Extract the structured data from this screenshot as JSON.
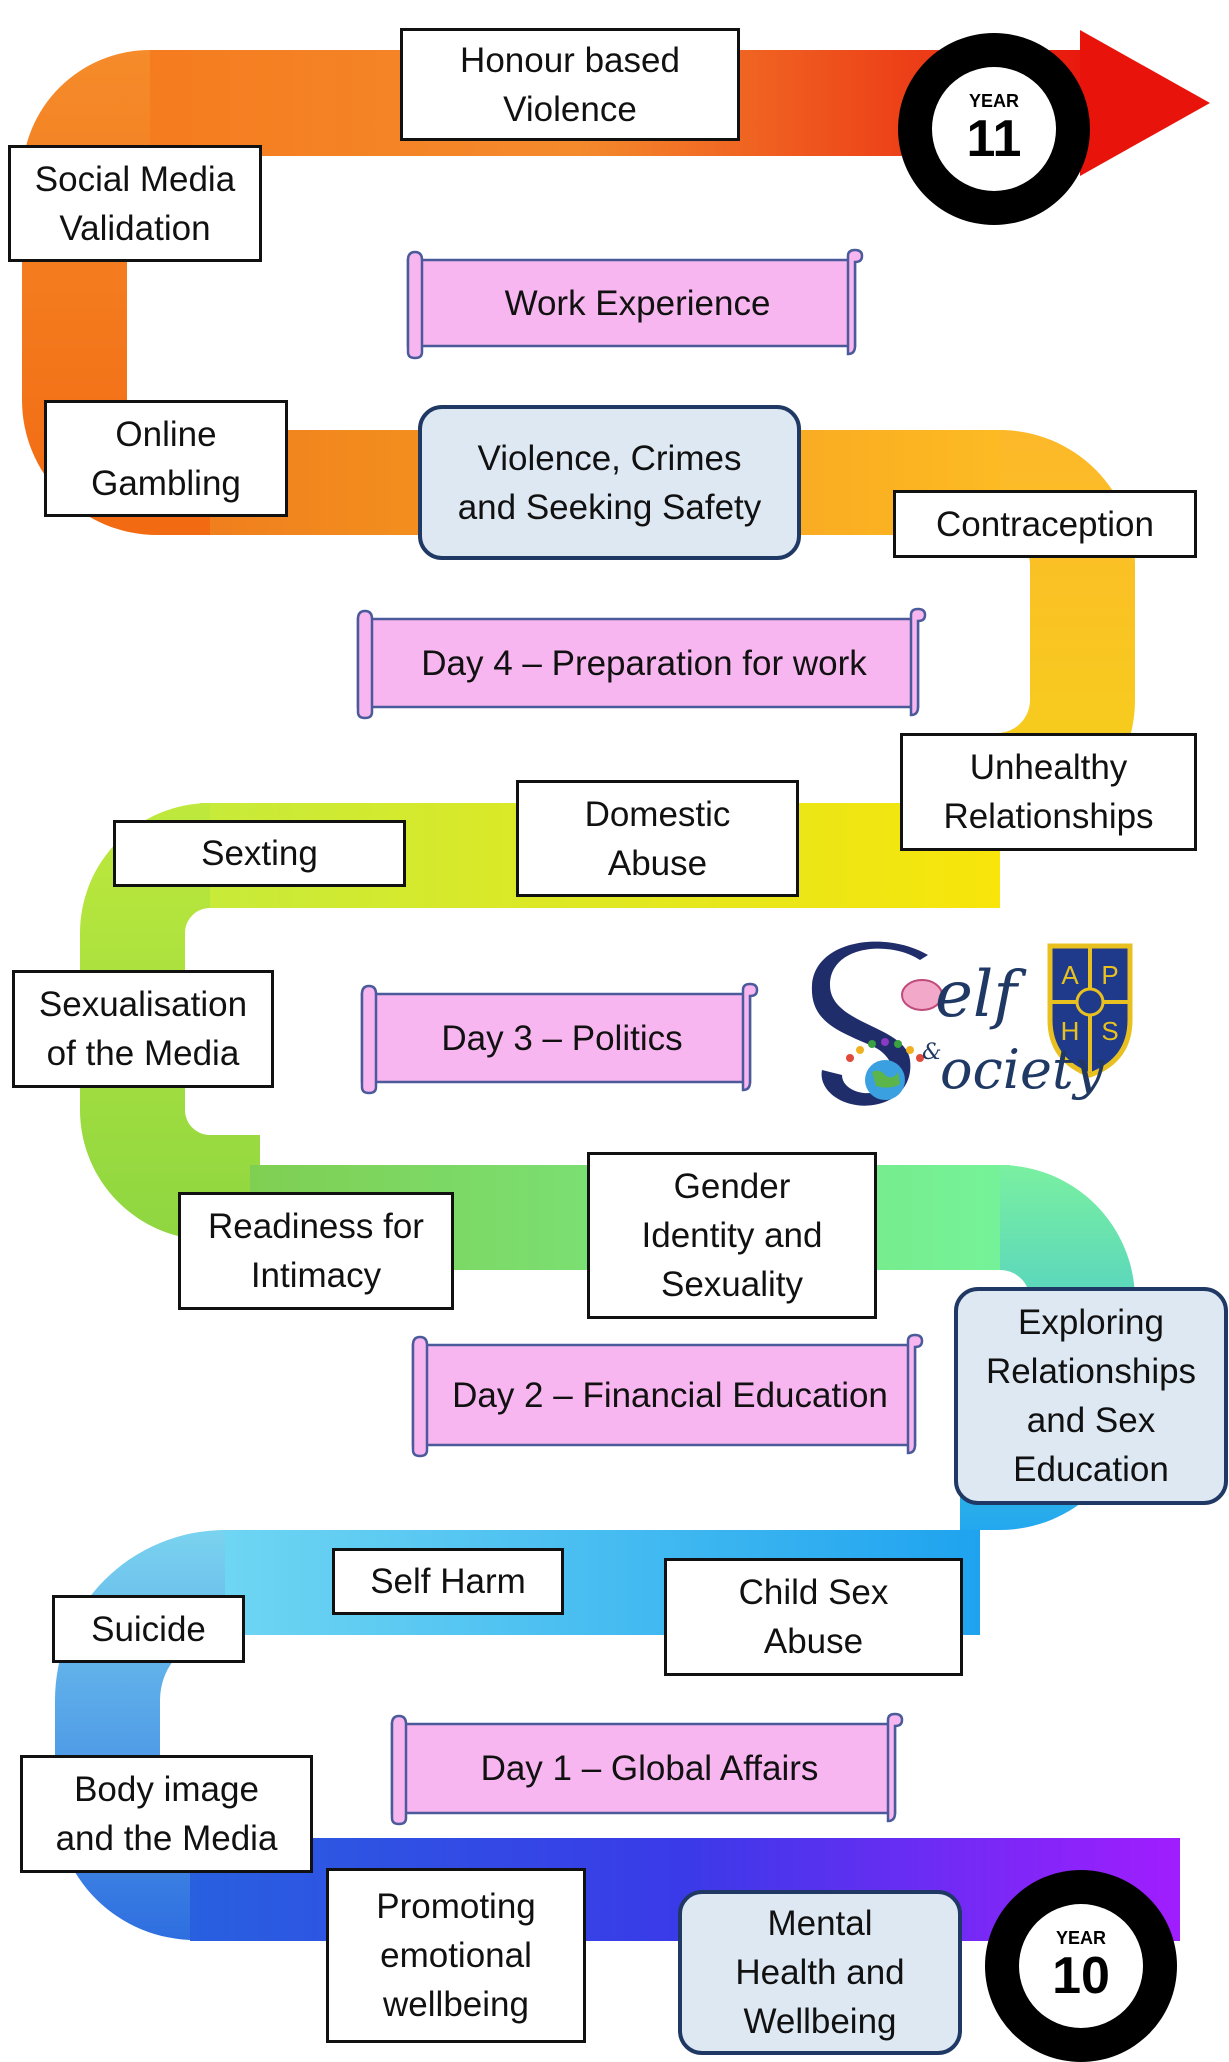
{
  "colors": {
    "stage_red": "#e8140c",
    "stage_orange": "#f57c1f",
    "stage_yellow": "#f5e40a",
    "stage_green": "#7fe07a",
    "stage_blue": "#2aa7ef",
    "stage_purple": "#a11dff",
    "theme_fill": "#dde8f3",
    "theme_border": "#1f3864",
    "scroll_fill": "#f8b6f0",
    "scroll_border": "#4a5a9a"
  },
  "badges": {
    "top": {
      "label": "YEAR",
      "number": "11"
    },
    "bottom": {
      "label": "YEAR",
      "number": "10"
    }
  },
  "topics": {
    "honour": "Honour based\nViolence",
    "social_media": "Social Media\nValidation",
    "gambling": "Online\nGambling",
    "contraception": "Contraception",
    "unhealthy": "Unhealthy\nRelationships",
    "domestic": "Domestic\nAbuse",
    "sexting": "Sexting",
    "sexualisation": "Sexualisation\nof the Media",
    "readiness": "Readiness for\nIntimacy",
    "gender": "Gender\nIdentity and\nSexuality",
    "self_harm": "Self Harm",
    "child_abuse": "Child Sex\nAbuse",
    "suicide": "Suicide",
    "body_image": "Body image\nand the Media",
    "emotional": "Promoting\nemotional\nwellbeing"
  },
  "themes": {
    "violence": "Violence, Crimes\nand Seeking Safety",
    "relationships": "Exploring\nRelationships\nand Sex\nEducation",
    "mental_health": "Mental\nHealth and\nWellbeing"
  },
  "scrolls": {
    "work_experience": "Work Experience",
    "day4": "Day 4 – Preparation for work",
    "day3": "Day 3 – Politics",
    "day2": "Day 2 – Financial Education",
    "day1": "Day 1 – Global Affairs"
  },
  "logo": {
    "self_text": "elf",
    "amp": "&",
    "society_text": "ociety",
    "crest_letters": [
      "A",
      "P",
      "H",
      "S"
    ]
  }
}
